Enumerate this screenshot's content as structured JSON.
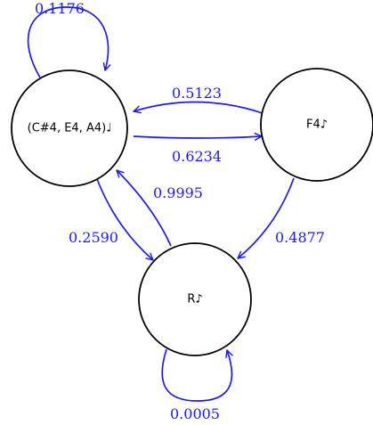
{
  "colors": {
    "edge": "#1a1aff",
    "node_stroke": "#000000",
    "node_fill": "#ffffff",
    "background": "#ffffff"
  },
  "nodes": {
    "chord": {
      "label": "(C#4, E4, A4)♩"
    },
    "f4": {
      "label": "F4♪"
    },
    "rest": {
      "label": "R♪"
    }
  },
  "edges": {
    "chord_self": {
      "from": "(C#4, E4, A4)♩",
      "to": "(C#4, E4, A4)♩",
      "probability": "0.1176"
    },
    "f4_to_chord": {
      "from": "F4♪",
      "to": "(C#4, E4, A4)♩",
      "probability": "0.5123"
    },
    "chord_to_f4": {
      "from": "(C#4, E4, A4)♩",
      "to": "F4♪",
      "probability": "0.6234"
    },
    "rest_to_chord": {
      "from": "R♪",
      "to": "(C#4, E4, A4)♩",
      "probability": "0.9995"
    },
    "chord_to_rest": {
      "from": "(C#4, E4, A4)♩",
      "to": "R♪",
      "probability": "0.2590"
    },
    "f4_to_rest": {
      "from": "F4♪",
      "to": "R♪",
      "probability": "0.4877"
    },
    "rest_self": {
      "from": "R♪",
      "to": "R♪",
      "probability": "0.0005"
    }
  }
}
